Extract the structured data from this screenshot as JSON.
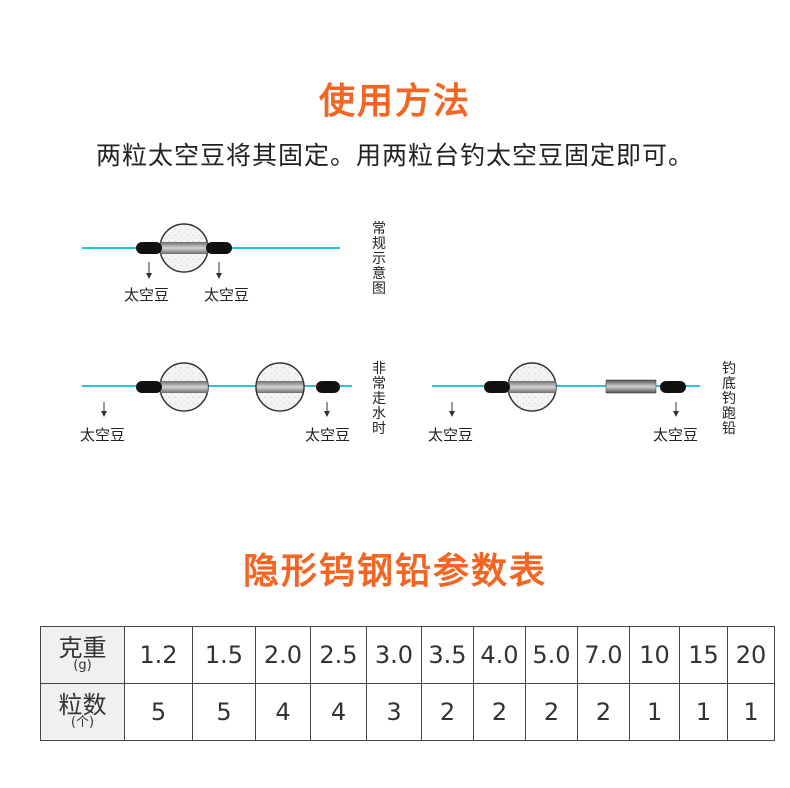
{
  "usage": {
    "title": "使用方法",
    "subtitle": "两粒太空豆将其固定。用两粒台钓太空豆固定即可。"
  },
  "diagrams": {
    "regular": {
      "caption": "常规示意图",
      "labels": [
        "太空豆",
        "太空豆"
      ]
    },
    "running_water": {
      "caption": "非常走水时",
      "labels": [
        "太空豆",
        "太空豆"
      ]
    },
    "bottom_fishing": {
      "caption": "钓底钓跑铅",
      "labels": [
        "太空豆",
        "太空豆"
      ]
    }
  },
  "params": {
    "title": "隐形钨钢铅参数表",
    "weight_header": "克重",
    "weight_unit": "(g)",
    "count_header": "粒数",
    "count_unit": "(个)",
    "weights": [
      "1.2",
      "1.5",
      "2.0",
      "2.5",
      "3.0",
      "3.5",
      "4.0",
      "5.0",
      "7.0",
      "10",
      "15",
      "20"
    ],
    "counts": [
      "5",
      "5",
      "4",
      "4",
      "3",
      "2",
      "2",
      "2",
      "2",
      "1",
      "1",
      "1"
    ]
  },
  "colors": {
    "accent": "#f26522",
    "line": "#20c8d8",
    "bean": "#111111"
  }
}
